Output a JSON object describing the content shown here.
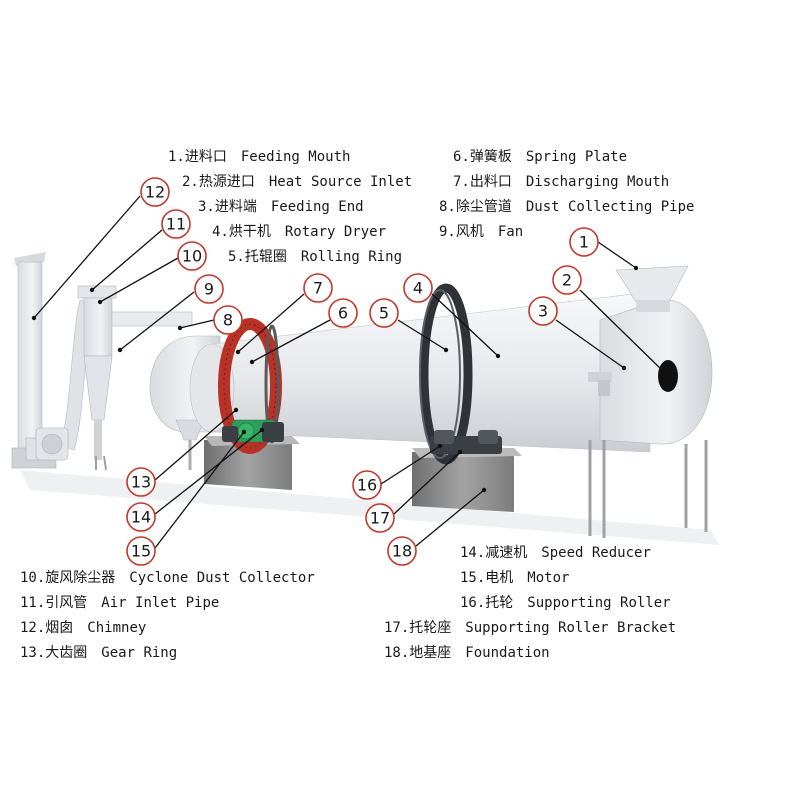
{
  "legend_top_left": [
    {
      "num": "1.",
      "zh": "进料口",
      "en": "Feeding Mouth"
    },
    {
      "num": "2.",
      "zh": "热源进口",
      "en": "Heat Source Inlet"
    },
    {
      "num": "3.",
      "zh": "进料端",
      "en": "Feeding End"
    },
    {
      "num": "4.",
      "zh": "烘干机",
      "en": "Rotary Dryer"
    },
    {
      "num": "5.",
      "zh": "托辊圈",
      "en": "Rolling Ring"
    }
  ],
  "legend_top_right": [
    {
      "num": "6.",
      "zh": "弹簧板",
      "en": "Spring Plate"
    },
    {
      "num": "7.",
      "zh": "出料口",
      "en": "Discharging Mouth"
    },
    {
      "num": "8.",
      "zh": "除尘管道",
      "en": "Dust Collecting Pipe"
    },
    {
      "num": "9.",
      "zh": "风机",
      "en": "Fan"
    }
  ],
  "legend_bottom_left": [
    {
      "num": "10.",
      "zh": "旋风除尘器",
      "en": "Cyclone Dust Collector"
    },
    {
      "num": "11.",
      "zh": "引风管",
      "en": "Air Inlet Pipe"
    },
    {
      "num": "12.",
      "zh": "烟囱",
      "en": "Chimney"
    },
    {
      "num": "13.",
      "zh": "大齿圈",
      "en": "Gear Ring"
    }
  ],
  "legend_bottom_right": [
    {
      "num": "14.",
      "zh": "减速机",
      "en": "Speed Reducer"
    },
    {
      "num": "15.",
      "zh": "电机",
      "en": "Motor"
    },
    {
      "num": "16.",
      "zh": "托轮",
      "en": "Supporting Roller"
    },
    {
      "num": "17.",
      "zh": "托轮座",
      "en": "Supporting Roller Bracket"
    },
    {
      "num": "18.",
      "zh": "地基座",
      "en": "Foundation"
    }
  ],
  "callouts": [
    "1",
    "2",
    "3",
    "4",
    "5",
    "6",
    "7",
    "8",
    "9",
    "10",
    "11",
    "12",
    "13",
    "14",
    "15",
    "16",
    "17",
    "18"
  ],
  "colors": {
    "callout_stroke": "#c0392b",
    "callout_fill": "#ffffff",
    "dryer_body": "#e9ebee",
    "gear_ring": "#c0392b",
    "motor": "#2e9e5b",
    "foundation": "#8a8a8a",
    "leader_line": "#111111"
  }
}
